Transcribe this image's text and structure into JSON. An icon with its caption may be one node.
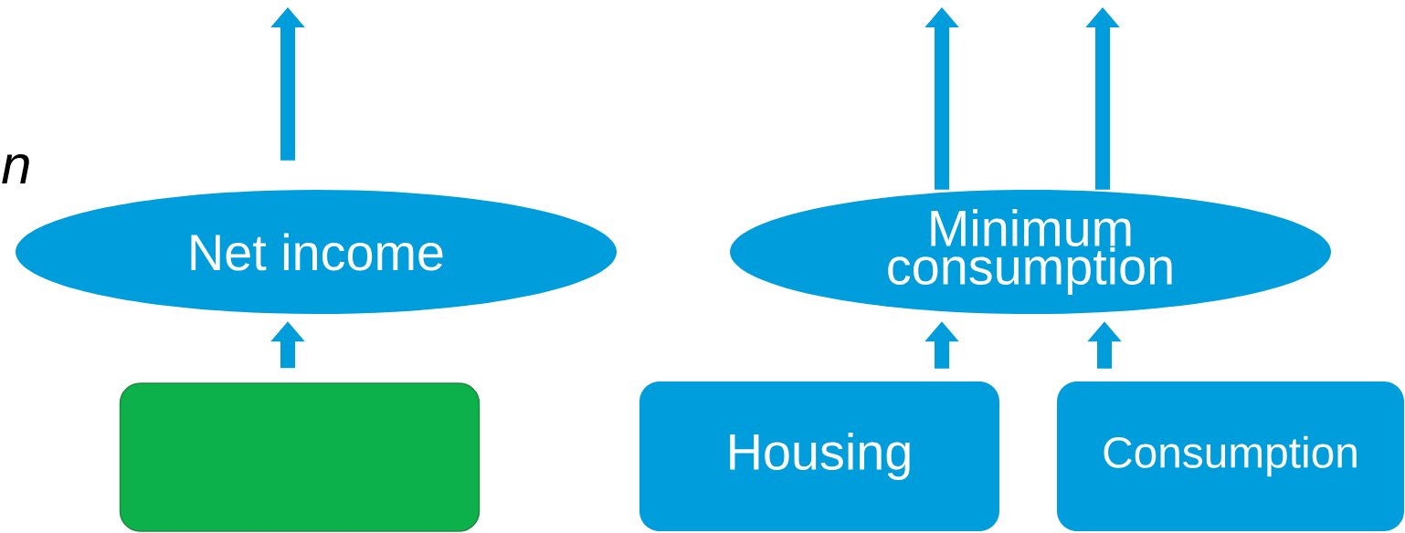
{
  "diagram": {
    "nodes": [
      {
        "text": [
          "Net income"
        ]
      },
      {
        "text": [],
        "shape": "box"
      },
      {
        "text": [
          "Minimum consumption"
        ]
      },
      {
        "text": [
          "Housing"
        ]
      },
      {
        "text": [
          "Consumption"
        ]
      }
    ],
    "edges": [
      {
        "from": 1,
        "to": 0,
        "arrow": "to"
      },
      {
        "from": 0,
        "to": null,
        "arrow": "to"
      },
      {
        "from": 2,
        "to": null,
        "arrow": "to"
      },
      {
        "from": 2,
        "to": null,
        "arrow": "to"
      },
      {
        "from": 3,
        "to": 2,
        "arrow": "to"
      },
      {
        "from": 4,
        "to": 2,
        "arrow": "to"
      }
    ],
    "labels": [
      "*n*"
    ]
  }
}
